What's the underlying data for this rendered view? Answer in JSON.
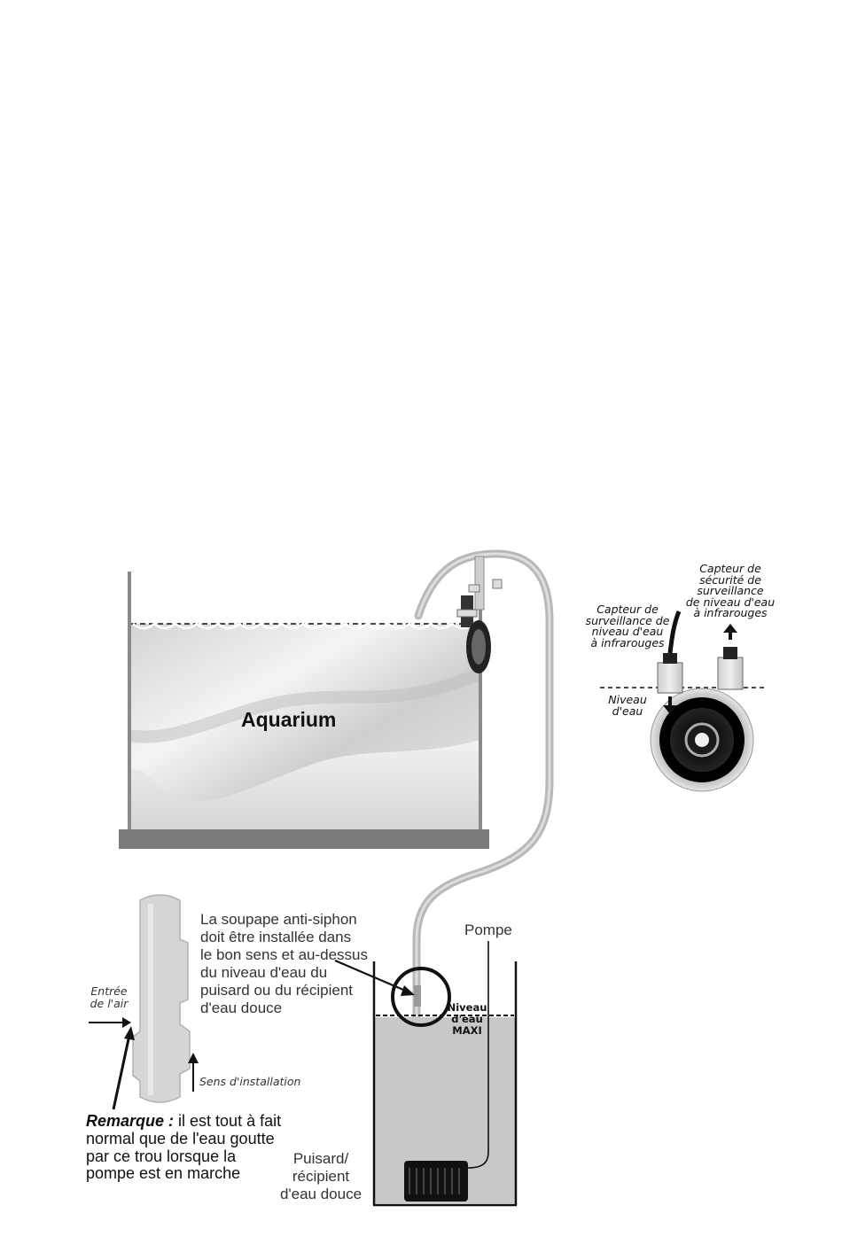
{
  "diagram": {
    "aquarium_label": "Aquarium",
    "sensor_top_label": [
      "Capteur de",
      "sécurité de",
      "surveillance",
      "de niveau d'eau",
      "à infrarouges"
    ],
    "sensor_left_label": [
      "Capteur de",
      "surveillance de",
      "niveau d'eau",
      "à infrarouges"
    ],
    "water_level_label": [
      "Niveau",
      "d'eau"
    ],
    "valve_note": [
      "La soupape anti-siphon",
      "doit être installée dans",
      "le bon sens et au-dessus",
      "du niveau d'eau du",
      "puisard ou du récipient",
      "d'eau douce"
    ],
    "pump_label": "Pompe",
    "air_inlet_label": [
      "Entrée",
      "de l'air"
    ],
    "install_direction_label": "Sens d'installation",
    "max_level_label": [
      "Niveau",
      "d'eau",
      "MAXI"
    ],
    "remark_bold": "Remarque :",
    "remark_lines": [
      " il est tout à fait",
      "normal que de l'eau goutte",
      "par ce trou lorsque la",
      "pompe est en marche"
    ],
    "sump_label": [
      "Puisard/",
      "récipient",
      "d'eau douce"
    ]
  },
  "colors": {
    "tube": "#b8b8b8",
    "water": "#c8c8c8",
    "base": "#7a7a7a",
    "dark": "#111111"
  }
}
